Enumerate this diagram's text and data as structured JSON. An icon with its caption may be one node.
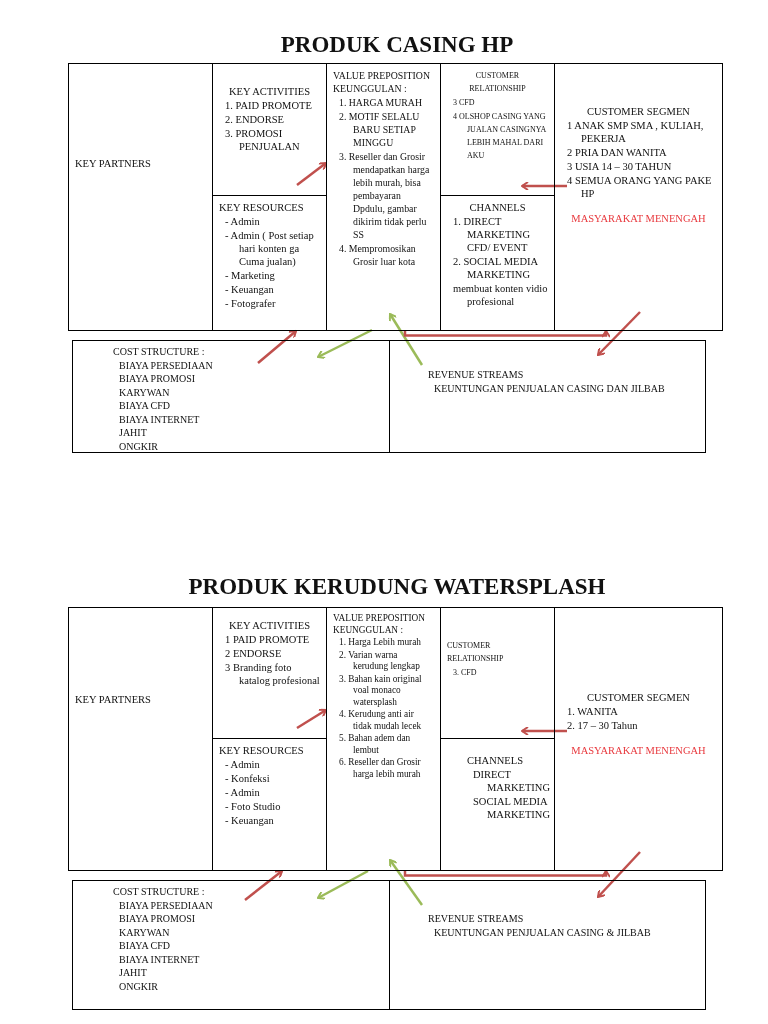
{
  "diagram": {
    "nodes": [
      {
        "text": [
          "PRODUK CASING HP"
        ]
      },
      {
        "text": [
          "KEY PARTNERS"
        ],
        "in": 0
      },
      {
        "text": [
          "KEY ACTIVITIES",
          "1. PAID PROMOTE",
          "2. ENDORSE",
          "3. PROMOSI PENJUALAN"
        ],
        "in": 0
      },
      {
        "text": [
          "KEY RESOURCES",
          "- Admin",
          "- Admin ( Post setiap hari konten ga Cuma jualan)",
          "- Marketing",
          "- Keuangan",
          "- Fotografer"
        ],
        "in": 0
      },
      {
        "text": [
          "VALUE PREPOSITION KEUNGGULAN :",
          "1. HARGA MURAH",
          "2. MOTIF SELALU BARU SETIAP MINGGU",
          "3. Reseller dan Grosir mendapatkan harga lebih murah, bisa pembayaran Dpdulu, gambar dikirim tidak perlu SS",
          "4. Mempromosikan Grosir luar kota"
        ],
        "in": 0
      },
      {
        "text": [
          "CUSTOMER RELATIONSHIP",
          "3 CFD",
          "4 OLSHOP CASING YANG JUALAN CASINGNYA LEBIH MAHAL DARI AKU"
        ],
        "in": 0
      },
      {
        "text": [
          "CHANNELS",
          "1. DIRECT MARKETING CFD/ EVENT",
          "2. SOCIAL MEDIA MARKETING",
          "membuat konten vidio profesional"
        ],
        "in": 0
      },
      {
        "text": [
          "CUSTOMER SEGMEN",
          "1 ANAK SMP SMA , KULIAH, PEKERJA",
          "2 PRIA DAN WANITA",
          "3 USIA 14 – 30 TAHUN",
          "4 SEMUA ORANG YANG PAKE HP",
          "MASYARAKAT MENENGAH"
        ],
        "in": 0
      },
      {
        "text": [
          "COST STRUCTURE :",
          "BIAYA PERSEDIAAN",
          "BIAYA PROMOSI",
          "KARYWAN",
          "BIAYA CFD",
          "BIAYA INTERNET",
          "JAHIT",
          "ONGKIR"
        ],
        "in": 0
      },
      {
        "text": [
          "REVENUE STREAMS",
          "KEUNTUNGAN PENJUALAN CASING DAN JILBAB"
        ],
        "in": 0
      },
      {
        "text": [
          "PRODUK KERUDUNG WATERSPLASH"
        ]
      },
      {
        "text": [
          "KEY PARTNERS"
        ],
        "in": 10
      },
      {
        "text": [
          "KEY ACTIVITIES",
          "1 PAID PROMOTE",
          "2 ENDORSE",
          "3 Branding foto katalog profesional"
        ],
        "in": 10
      },
      {
        "text": [
          "KEY RESOURCES",
          "- Admin",
          "- Konfeksi",
          "- Admin",
          "- Foto Studio",
          "- Keuangan"
        ],
        "in": 10
      },
      {
        "text": [
          "VALUE PREPOSITION KEUNGGULAN :",
          "1. Harga Lebih murah",
          "2. Varian warna kerudung lengkap",
          "3. Bahan kain original voal monaco watersplash",
          "4. Kerudung anti air tidak mudah lecek",
          "5. Bahan adem dan lembut",
          "6. Reseller dan Grosir harga lebih murah"
        ],
        "in": 10
      },
      {
        "text": [
          "CUSTOMER RELATIONSHIP",
          "3. CFD"
        ],
        "in": 10
      },
      {
        "text": [
          "CHANNELS",
          "DIRECT MARKETING",
          "SOCIAL MEDIA MARKETING"
        ],
        "in": 10
      },
      {
        "text": [
          "CUSTOMER SEGMEN",
          "1. WANITA",
          "2. 17 – 30 Tahun",
          "MASYARAKAT MENENGAH"
        ],
        "in": 10
      },
      {
        "text": [
          "COST STRUCTURE :",
          "BIAYA PERSEDIAAN",
          "BIAYA PROMOSI",
          "KARYWAN",
          "BIAYA CFD",
          "BIAYA INTERNET",
          "JAHIT",
          "ONGKIR"
        ],
        "in": 10
      },
      {
        "text": [
          "REVENUE STREAMS",
          "KEUNTUNGAN PENJUALAN CASING & JILBAB"
        ],
        "in": 10
      }
    ],
    "edges": [
      {
        "from": 8,
        "to": 3,
        "arrow": "to"
      },
      {
        "from": 2,
        "to": 4,
        "arrow": "to"
      },
      {
        "from": 4,
        "to": 8,
        "arrow": "to",
        "color": "#9bbb59"
      },
      {
        "from": 9,
        "to": 4,
        "arrow": "to",
        "color": "#9bbb59"
      },
      {
        "from": 4,
        "to": 7,
        "arrow": "to"
      },
      {
        "from": 7,
        "to": 5,
        "arrow": "to"
      },
      {
        "from": 7,
        "to": 9,
        "arrow": "to"
      },
      {
        "from": 18,
        "to": 13,
        "arrow": "to"
      },
      {
        "from": 12,
        "to": 14,
        "arrow": "to"
      },
      {
        "from": 14,
        "to": 18,
        "arrow": "to",
        "color": "#9bbb59"
      },
      {
        "from": 19,
        "to": 14,
        "arrow": "to",
        "color": "#9bbb59"
      },
      {
        "from": 14,
        "to": 17,
        "arrow": "to"
      },
      {
        "from": 17,
        "to": 15,
        "arrow": "to"
      },
      {
        "from": 17,
        "to": 19,
        "arrow": "to"
      }
    ]
  }
}
